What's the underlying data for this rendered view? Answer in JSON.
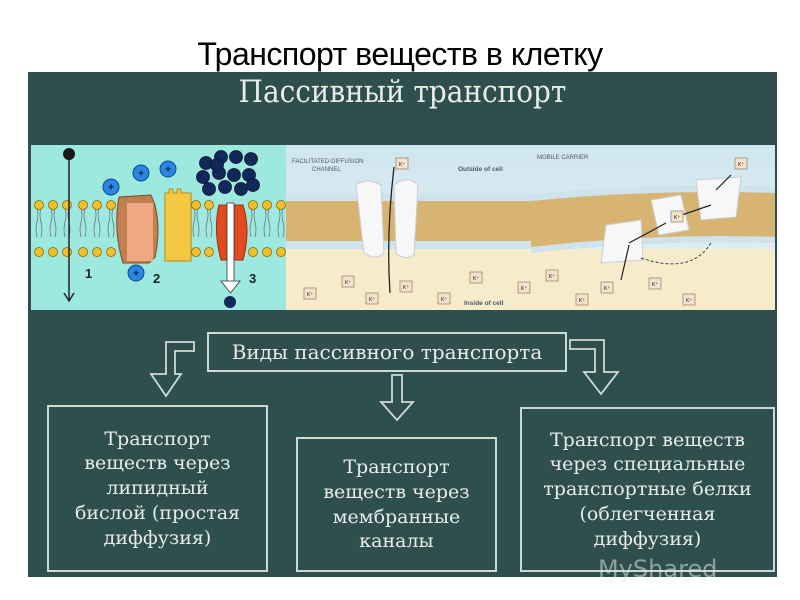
{
  "slide": {
    "title": "Транспорт веществ в клетку",
    "heading": "Пассивный транспорт"
  },
  "illustrations": {
    "simple_diffusion": {
      "labels": [
        "1",
        "2",
        "3"
      ],
      "ion_symbol": "+"
    },
    "channel": {
      "caption_line1": "FACILITATED-DIFFUSION",
      "caption_line2": "CHANNEL",
      "outside_label": "Outside of cell",
      "inside_label": "Inside of cell",
      "ion_label": "K⁺"
    },
    "carrier": {
      "caption": "MOBILE CARRIER",
      "ion_label": "K⁺"
    }
  },
  "diagram": {
    "root": "Виды пассивного транспорта",
    "branches": [
      {
        "text": "Транспорт\nвеществ через\nлипидный\nбислой (простая\nдиффузия)"
      },
      {
        "text": "Транспорт\nвеществ через\nмембранные\nканалы"
      },
      {
        "text": "Транспорт веществ\nчерез специальные\nтранспортные белки\n(облегченная\nдиффузия)"
      }
    ]
  },
  "watermark": "MyShared",
  "colors": {
    "panel_bg": "#2e4f4d",
    "panel_text": "#e6ece8",
    "box_border": "#cfd9d4",
    "membrane_water": "#9ee9df",
    "ion_blue": "#2a86e0",
    "cluster_navy": "#13285a",
    "channel_orange": "#e14b1f",
    "protein_brown": "#c0804f",
    "protein_yellow": "#f5c843"
  }
}
